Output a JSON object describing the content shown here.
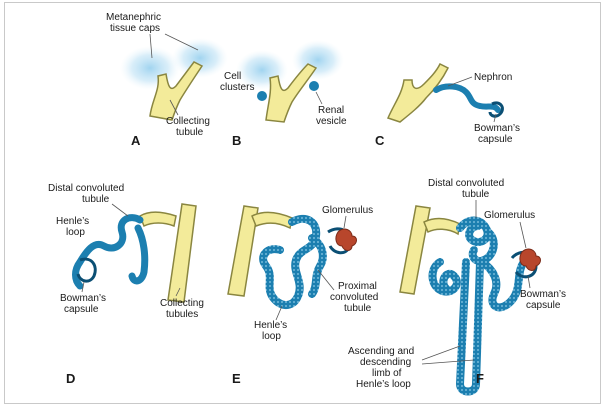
{
  "colors": {
    "tubule_fill": "#f3eb9a",
    "tubule_stroke": "#8a8640",
    "nephron": "#1c7fb0",
    "nephron_dark": "#0b4f74",
    "tissue_cap": "#9cd2ef",
    "glomerulus": "#b8462c",
    "leader": "#555555",
    "text": "#1a1a1a"
  },
  "panels": {
    "a": "A",
    "b": "B",
    "c": "C",
    "d": "D",
    "e": "E",
    "f": "F"
  },
  "labels": {
    "metanephric_1": "Metanephric",
    "metanephric_2": "tissue caps",
    "collecting_tubule_1": "Collecting",
    "collecting_tubule_2": "tubule",
    "cell_clusters_1": "Cell",
    "cell_clusters_2": "clusters",
    "renal_vesicle_1": "Renal",
    "renal_vesicle_2": "vesicle",
    "nephron": "Nephron",
    "bowmans_c_1": "Bowman’s",
    "bowmans_c_2": "capsule",
    "distal_d_1": "Distal convoluted",
    "distal_d_2": "tubule",
    "henles_d_1": "Henle’s",
    "henles_d_2": "loop",
    "bowmans_d_1": "Bowman’s",
    "bowmans_d_2": "capsule",
    "collecting_tubules_1": "Collecting",
    "collecting_tubules_2": "tubules",
    "glomerulus_e": "Glomerulus",
    "proximal_1": "Proximal",
    "proximal_2": "convoluted",
    "proximal_3": "tubule",
    "henles_e_1": "Henle’s",
    "henles_e_2": "loop",
    "distal_f_1": "Distal convoluted",
    "distal_f_2": "tubule",
    "glomerulus_f": "Glomerulus",
    "bowmans_f_1": "Bowman’s",
    "bowmans_f_2": "capsule",
    "ascending_1": "Ascending and",
    "ascending_2": "descending",
    "ascending_3": "limb of",
    "ascending_4": "Henle’s loop"
  }
}
